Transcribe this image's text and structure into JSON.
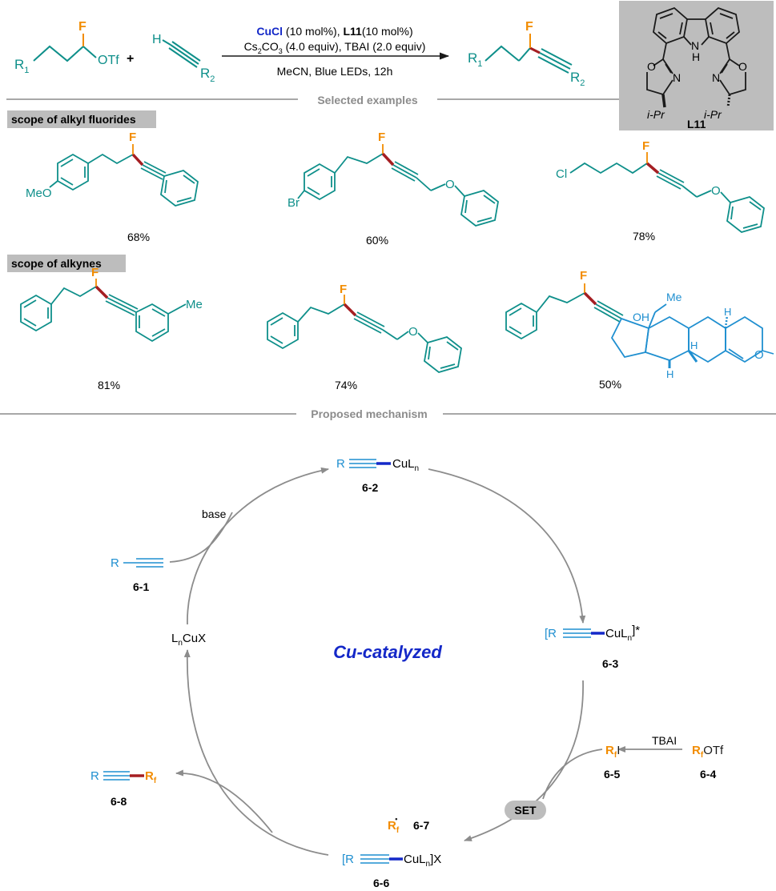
{
  "colors": {
    "teal": "#0e8f8a",
    "blue": "#1f8fd0",
    "orange": "#f28c00",
    "darkred": "#a51e22",
    "ligand_bg": "#bdbdbd",
    "catalyst_blue": "#1428c8",
    "grey_line": "#8c8c8c"
  },
  "reaction": {
    "plus": "+",
    "reactant1": {
      "r1": "R",
      "r1_sub": "1",
      "f": "F",
      "otf": "OTf"
    },
    "reactant2": {
      "h": "H",
      "r2": "R",
      "r2_sub": "2"
    },
    "cond1_cat": "CuCl",
    "cond1_a": " (10 mol%), ",
    "cond1_lig": "L11",
    "cond1_b": "(10 mol%)",
    "cond2_a": "Cs",
    "cond2_s1": "2",
    "cond2_b": "CO",
    "cond2_s2": "3",
    "cond2_c": " (4.0 equiv), TBAI (2.0 equiv)",
    "cond3": "MeCN, Blue LEDs, 12h",
    "product": {
      "r1": "R",
      "r1_sub": "1",
      "f": "F",
      "r2": "R",
      "r2_sub": "2"
    }
  },
  "ligand": {
    "nh": "N",
    "h": "H",
    "o1": "O",
    "n1": "N",
    "o2": "O",
    "n2": "N",
    "ipr_left": "i-Pr",
    "ipr_right": "i-Pr",
    "label": "L11"
  },
  "selected_examples": "Selected examples",
  "scope_alkyl": {
    "header": "scope of alkyl fluorides",
    "yields": [
      "68%",
      "60%",
      "78%"
    ],
    "meo": "MeO",
    "br": "Br",
    "cl": "Cl",
    "f": "F",
    "o": "O"
  },
  "scope_alkynes": {
    "header": "scope of alkynes",
    "yields": [
      "81%",
      "74%",
      "50%"
    ],
    "me": "Me",
    "f": "F",
    "o": "O",
    "oh": "OH",
    "me2": "Me",
    "h": "H",
    "keto_o": "O"
  },
  "proposed_mechanism": "Proposed mechanism",
  "mechanism": {
    "center": "Cu-catalyzed",
    "base": "base",
    "c62": {
      "r": "R",
      "cu": "CuL",
      "n": "n",
      "label": "6-2"
    },
    "c61": {
      "r": "R",
      "label": "6-1"
    },
    "c63": {
      "lb": "[R",
      "cu": "CuL",
      "n": "n",
      "rb": "]*",
      "label": "6-3"
    },
    "lncux": {
      "l": "L",
      "n": "n",
      "rest": "CuX"
    },
    "c65": {
      "r": "R",
      "f": "f",
      "i": "I",
      "label": "6-5"
    },
    "c64": {
      "r": "R",
      "f": "f",
      "otf": "OTf",
      "label": "6-4"
    },
    "tbai": "TBAI",
    "set": "SET",
    "c67": {
      "r": "R",
      "f": "f",
      "dot": "•",
      "label": "6-7"
    },
    "c66": {
      "lb": "[R",
      "cu": "CuL",
      "n": "n",
      "rb": "]X",
      "label": "6-6"
    },
    "c68": {
      "r": "R",
      "rf": "R",
      "f": "f",
      "label": "6-8"
    }
  }
}
